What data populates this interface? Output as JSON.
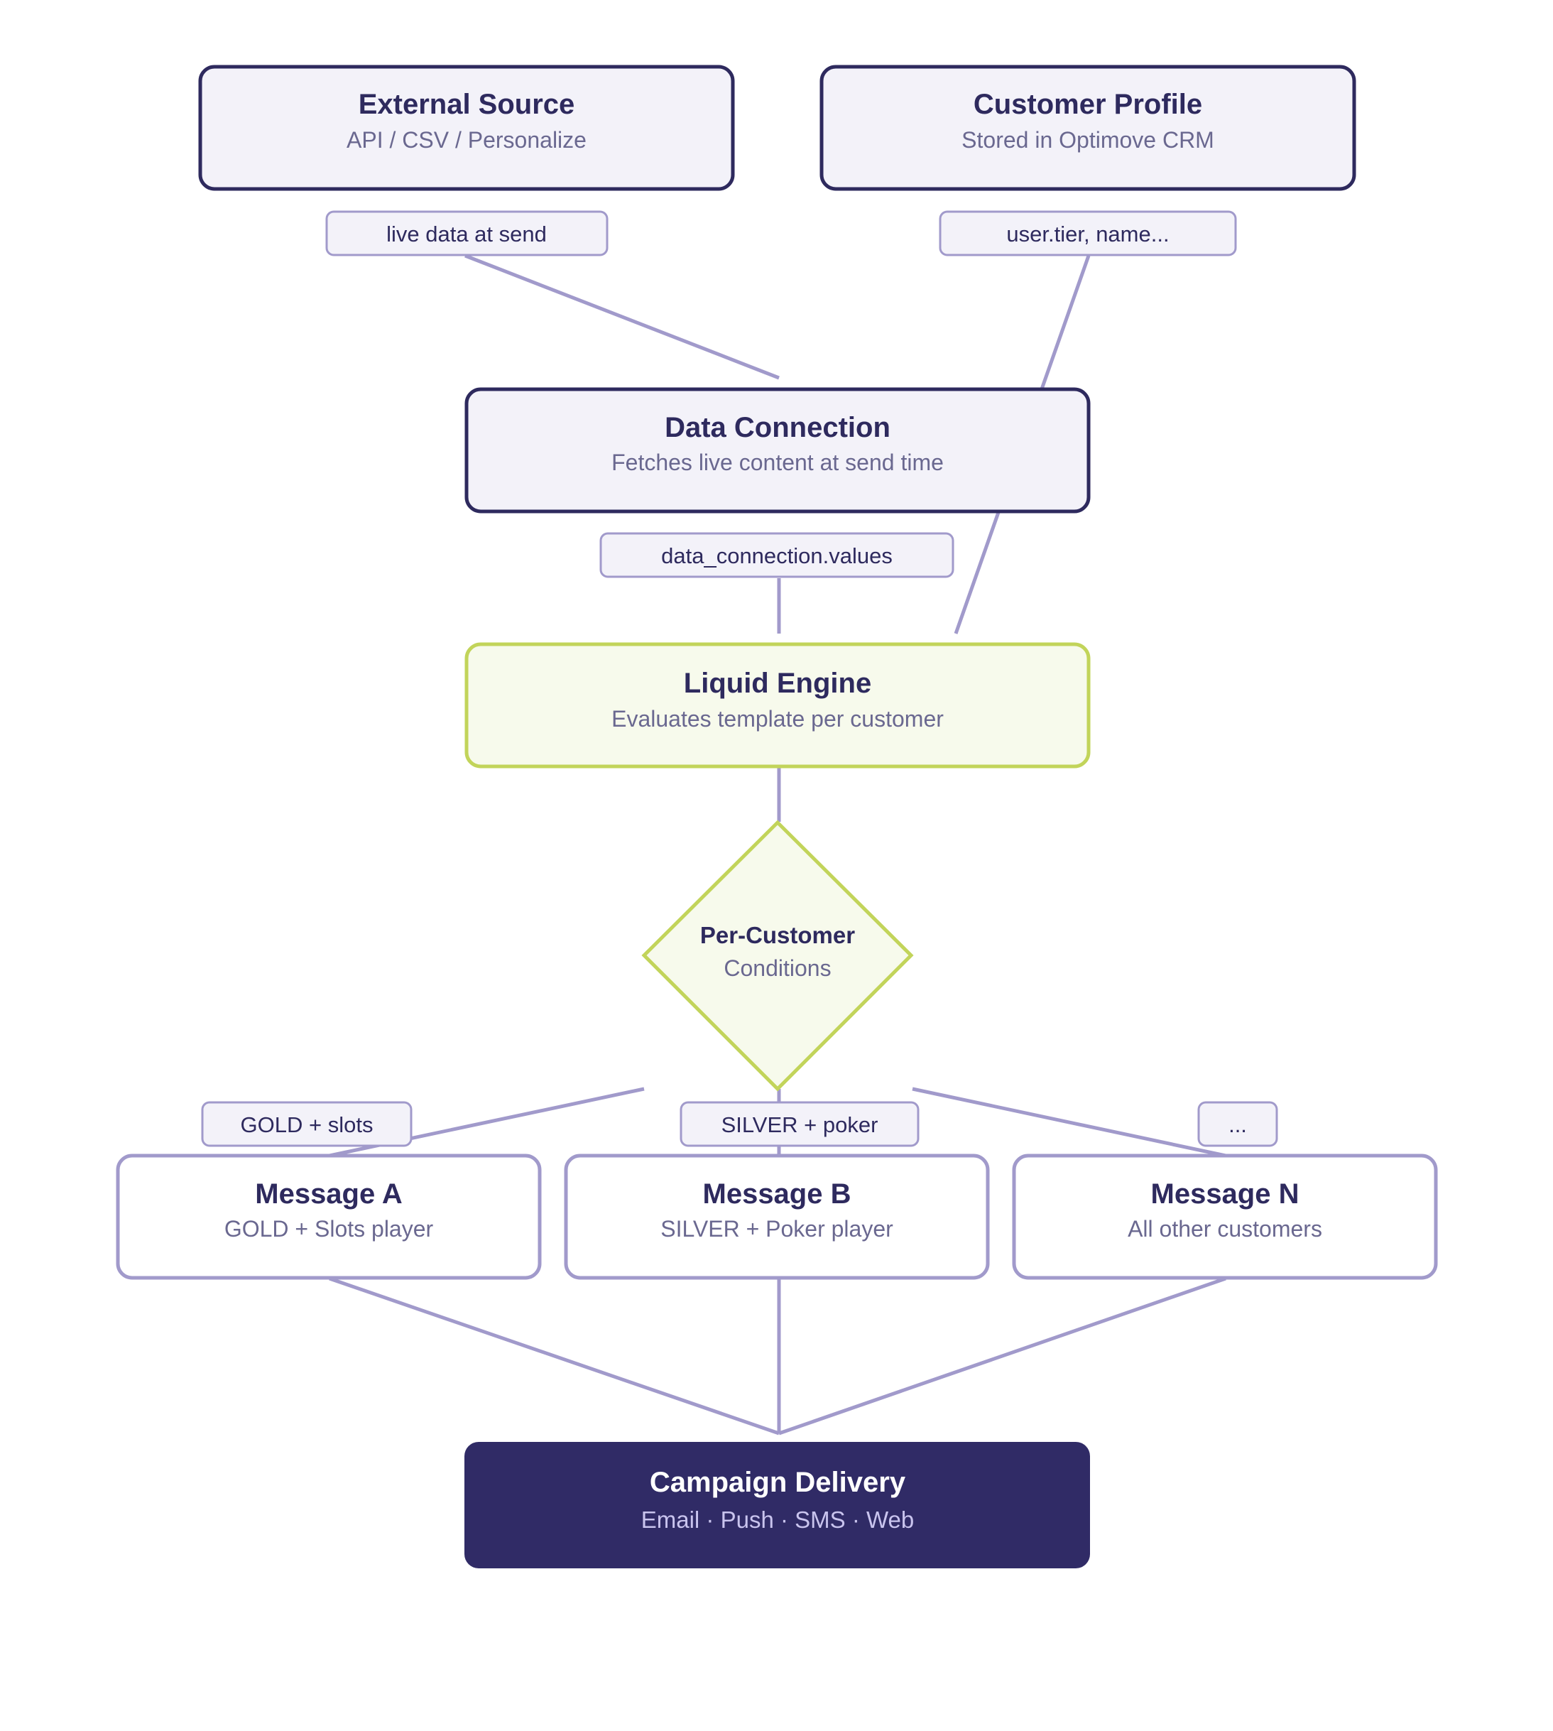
{
  "colors": {
    "dark_navy": "#2e2a5e",
    "lavender": "#a19acb",
    "lime": "#c2d45a",
    "box_fill": "#f3f2f9",
    "green_fill": "#f7faec",
    "delivery_fill": "#302b66"
  },
  "nodes": {
    "external_source": {
      "title": "External Source",
      "subtitle": "API / CSV / Personalize"
    },
    "customer_profile": {
      "title": "Customer Profile",
      "subtitle": "Stored in Optimove CRM"
    },
    "data_connection": {
      "title": "Data Connection",
      "subtitle": "Fetches live content at send time"
    },
    "liquid_engine": {
      "title": "Liquid Engine",
      "subtitle": "Evaluates template per customer"
    },
    "decision": {
      "title": "Per-Customer",
      "subtitle": "Conditions"
    },
    "message_a": {
      "title": "Message A",
      "subtitle": "GOLD + Slots player"
    },
    "message_b": {
      "title": "Message B",
      "subtitle": "SILVER + Poker player"
    },
    "message_n": {
      "title": "Message N",
      "subtitle": "All other customers"
    },
    "campaign_delivery": {
      "title": "Campaign Delivery",
      "subtitle": "Email · Push · SMS · Web"
    }
  },
  "edge_labels": {
    "live_data": "live data at send",
    "user_fields": "user.tier, name...",
    "dc_values": "data_connection.values",
    "gold_slots": "GOLD + slots",
    "silver_poker": "SILVER + poker",
    "other": "..."
  }
}
